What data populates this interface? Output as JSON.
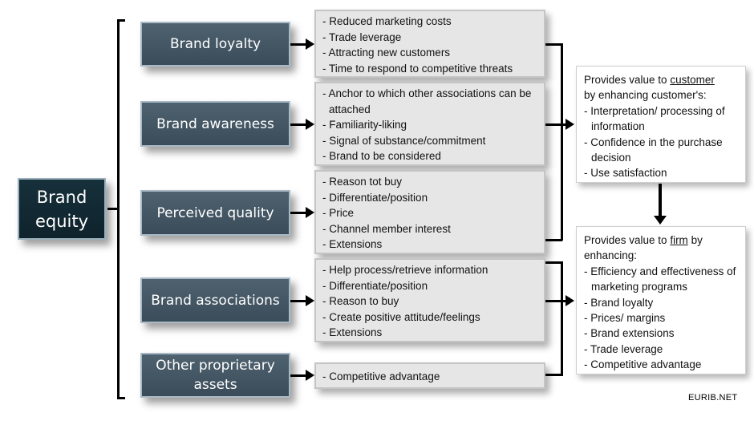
{
  "root": {
    "line1": "Brand",
    "line2": "equity"
  },
  "drivers": [
    {
      "label": "Brand loyalty",
      "benefits": [
        "- Reduced marketing costs",
        "- Trade leverage",
        "- Attracting new customers",
        "- Time to respond to competitive threats"
      ]
    },
    {
      "label": "Brand awareness",
      "benefits": [
        "- Anchor to which other associations can be attached",
        "- Familiarity-liking",
        "- Signal of  substance/commitment",
        "- Brand to be considered"
      ]
    },
    {
      "label": "Perceived quality",
      "benefits": [
        "- Reason tot buy",
        "- Differentiate/position",
        "- Price",
        "- Channel member  interest",
        "- Extensions"
      ]
    },
    {
      "label": "Brand associations",
      "benefits": [
        "- Help process/retrieve information",
        "- Differentiate/position",
        "- Reason to buy",
        "- Create positive attitude/feelings",
        "- Extensions"
      ]
    },
    {
      "label": "Other proprietary assets",
      "benefits": [
        "- Competitive advantage"
      ]
    }
  ],
  "customer_value": {
    "intro_pre": "Provides value to ",
    "intro_target": "customer",
    "intro_post": "by enhancing customer's:",
    "items": [
      "- Interpretation/ processing of information",
      "- Confidence in the purchase decision",
      "- Use satisfaction"
    ]
  },
  "firm_value": {
    "intro_pre": "Provides value to ",
    "intro_target": "firm",
    "intro_mid": " by",
    "intro_post": "enhancing:",
    "items": [
      "- Efficiency and effectiveness of  marketing programs",
      "- Brand loyalty",
      "- Prices/ margins",
      "- Brand extensions",
      "- Trade leverage",
      "- Competitive advantage"
    ]
  },
  "source": "EURIB.NET"
}
